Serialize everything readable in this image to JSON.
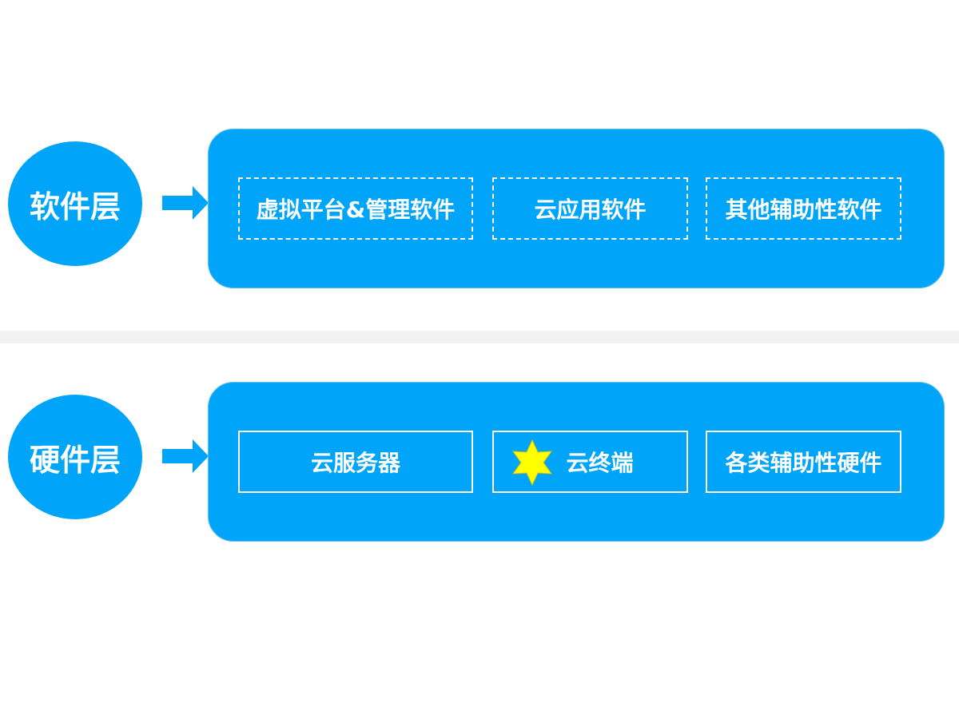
{
  "diagram": {
    "layers": [
      {
        "id": "software",
        "label": "软件层",
        "boxes": [
          {
            "text": "虚拟平台&管理软件",
            "border": "dashed"
          },
          {
            "text": "云应用软件",
            "border": "dashed"
          },
          {
            "text": "其他辅助性软件",
            "border": "dashed"
          }
        ]
      },
      {
        "id": "hardware",
        "label": "硬件层",
        "boxes": [
          {
            "text": "云服务器",
            "border": "solid"
          },
          {
            "text": "云终端",
            "border": "solid",
            "icon": "star-icon"
          },
          {
            "text": "各类辅助性硬件",
            "border": "solid"
          }
        ]
      }
    ]
  },
  "colors": {
    "primary_blue": "#00a5f9",
    "box_border": "#ffffff",
    "text": "#ffffff",
    "star_fill": "#ffff00",
    "divider": "#f2f2f2"
  }
}
